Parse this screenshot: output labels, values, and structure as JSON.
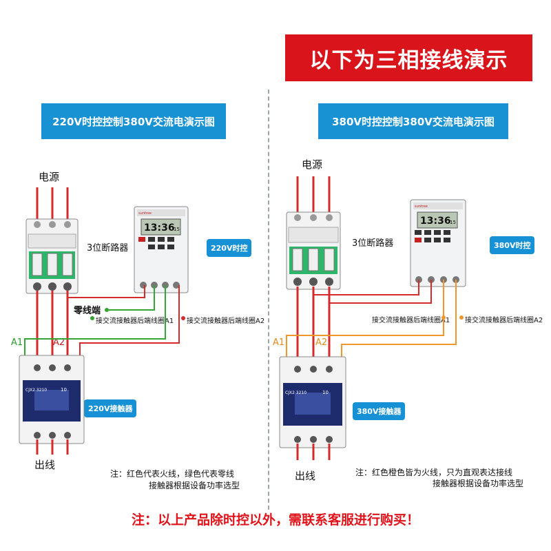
{
  "banner": "以下为三相接线演示",
  "left": {
    "header": "220V时控控制380V交流电演示图",
    "power_label": "电源",
    "breaker_label": "3位断路器",
    "timer_tag": "220V时控",
    "neutral_label": "零线端",
    "a1_note": "接交流接触器后端线圈A1",
    "a2_note": "接交流接触器后端线圈A2",
    "a1": "A1",
    "a2": "A2",
    "contactor_tag": "220V接触器",
    "output_label": "出线",
    "note_line1": "注：红色代表火线，绿色代表零线",
    "note_line2": "接触器根据设备功率选型",
    "timer_display": "13:36",
    "timer_sec": "15",
    "timer_brand": "suntree",
    "contactor_model": "CJX2 3210",
    "contactor_no": "10"
  },
  "right": {
    "header": "380V时控控制380V交流电演示图",
    "power_label": "电源",
    "breaker_label": "3位断路器",
    "timer_tag": "380V时控",
    "a1_note": "接交流接触器后端线圈A1",
    "a2_note": "接交流接触器后端线圈A2",
    "a1": "A1",
    "a2": "A2",
    "contactor_tag": "380V接触器",
    "output_label": "出线",
    "note_line1": "注：红色橙色皆为火线，只为直观表达接线",
    "note_line2": "接触器根据设备功率选型",
    "timer_display": "13:36",
    "timer_sec": "15",
    "timer_brand": "suntree",
    "contactor_model": "CJX2 3210",
    "contactor_no": "10"
  },
  "footer": "注：以上产品除时控以外，需联系客服进行购买！",
  "colors": {
    "banner_red": "#d9141b",
    "header_blue": "#1992d4",
    "live_red": "#d42a2a",
    "neutral_green": "#33a533",
    "live_orange": "#f0962a",
    "contactor_navy": "#1e2c6e",
    "breaker_green": "#2db56a"
  }
}
